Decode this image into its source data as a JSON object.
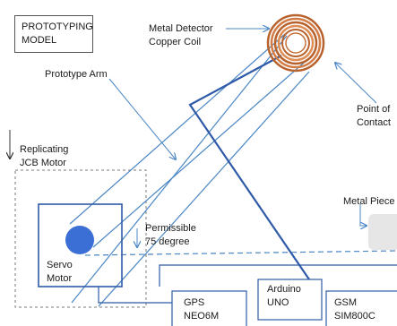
{
  "title_box": {
    "line1": "PROTOTYPING",
    "line2": "MODEL"
  },
  "labels": {
    "coil_line1": "Metal Detector",
    "coil_line2": "Copper Coil",
    "arm": "Prototype Arm",
    "contact_line1": "Point of",
    "contact_line2": "Contact",
    "motor_line1": "Replicating",
    "motor_line2": "JCB Motor",
    "angle_line1": "Permissible",
    "angle_line2": "75 degree",
    "metal": "Metal Piece",
    "servo_line1": "Servo",
    "servo_line2": "Motor"
  },
  "modules": {
    "gps_line1": "GPS",
    "gps_line2": "NEO6M",
    "arduino_line1": "Arduino",
    "arduino_line2": "UNO",
    "gsm_line1": "GSM",
    "gsm_line2": "SIM800C"
  },
  "colors": {
    "arm_blue": "#4a86c5",
    "wire_blue": "#2f5aa8",
    "servo_fill": "#3c6fd6",
    "coil_copper": "#c9703a",
    "frame_dash": "#7a7a7a",
    "metal_piece": "#e6e6e6"
  }
}
